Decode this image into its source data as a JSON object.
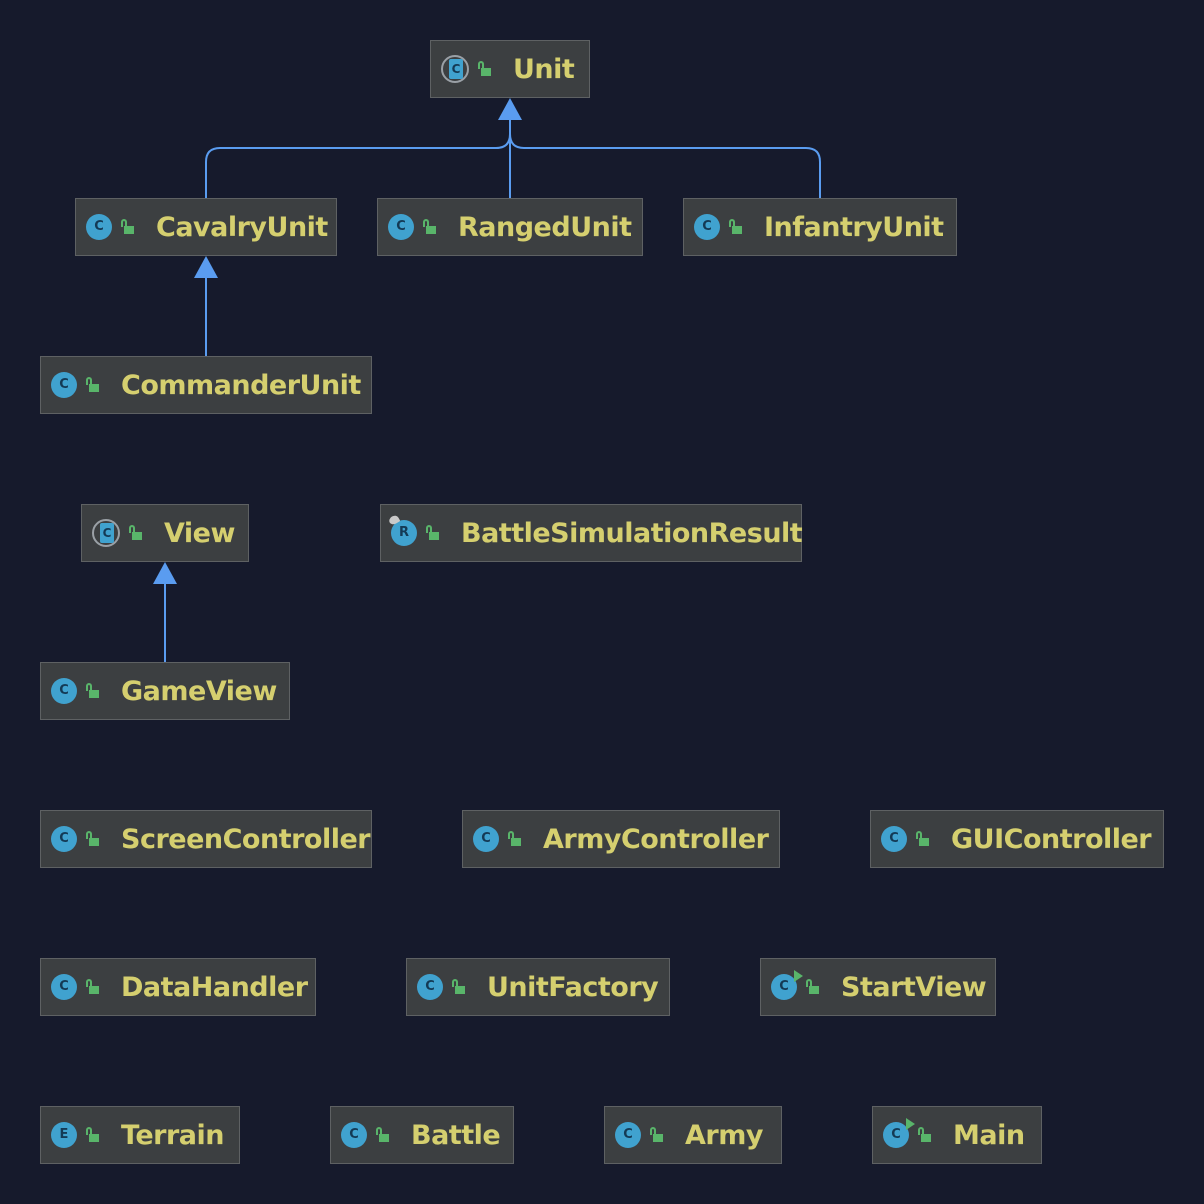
{
  "diagram": {
    "colors": {
      "background": "#161a2c",
      "node_fill": "#3c3f41",
      "node_border": "#5e6163",
      "label": "#d5cf6f",
      "class_icon": "#40a2cf",
      "visibility_icon": "#59b56a",
      "inheritance_edge": "#5a9cf0"
    },
    "nodes": [
      {
        "id": "unit",
        "label": "Unit",
        "kind": "abstract-class",
        "icon_text": "C",
        "visibility": "public"
      },
      {
        "id": "cavalry",
        "label": "CavalryUnit",
        "kind": "class",
        "icon_text": "C",
        "visibility": "public"
      },
      {
        "id": "ranged",
        "label": "RangedUnit",
        "kind": "class",
        "icon_text": "C",
        "visibility": "public"
      },
      {
        "id": "infantry",
        "label": "InfantryUnit",
        "kind": "class",
        "icon_text": "C",
        "visibility": "public"
      },
      {
        "id": "commander",
        "label": "CommanderUnit",
        "kind": "class",
        "icon_text": "C",
        "visibility": "public"
      },
      {
        "id": "view",
        "label": "View",
        "kind": "abstract-class",
        "icon_text": "C",
        "visibility": "public"
      },
      {
        "id": "bsr",
        "label": "BattleSimulationResult",
        "kind": "record",
        "icon_text": "R",
        "visibility": "public"
      },
      {
        "id": "gameview",
        "label": "GameView",
        "kind": "class",
        "icon_text": "C",
        "visibility": "public"
      },
      {
        "id": "screenctl",
        "label": "ScreenController",
        "kind": "class",
        "icon_text": "C",
        "visibility": "public"
      },
      {
        "id": "armyctl",
        "label": "ArmyController",
        "kind": "class",
        "icon_text": "C",
        "visibility": "public"
      },
      {
        "id": "guictl",
        "label": "GUIController",
        "kind": "class",
        "icon_text": "C",
        "visibility": "public"
      },
      {
        "id": "datahandler",
        "label": "DataHandler",
        "kind": "class",
        "icon_text": "C",
        "visibility": "public"
      },
      {
        "id": "unitfactory",
        "label": "UnitFactory",
        "kind": "class",
        "icon_text": "C",
        "visibility": "public"
      },
      {
        "id": "startview",
        "label": "StartView",
        "kind": "runnable-class",
        "icon_text": "C",
        "visibility": "public"
      },
      {
        "id": "terrain",
        "label": "Terrain",
        "kind": "enum",
        "icon_text": "E",
        "visibility": "public"
      },
      {
        "id": "battle",
        "label": "Battle",
        "kind": "class",
        "icon_text": "C",
        "visibility": "public"
      },
      {
        "id": "army",
        "label": "Army",
        "kind": "class",
        "icon_text": "C",
        "visibility": "public"
      },
      {
        "id": "main",
        "label": "Main",
        "kind": "runnable-class",
        "icon_text": "C",
        "visibility": "public"
      }
    ],
    "edges": [
      {
        "from": "cavalry",
        "to": "unit",
        "type": "inheritance"
      },
      {
        "from": "ranged",
        "to": "unit",
        "type": "inheritance"
      },
      {
        "from": "infantry",
        "to": "unit",
        "type": "inheritance"
      },
      {
        "from": "commander",
        "to": "cavalry",
        "type": "inheritance"
      },
      {
        "from": "gameview",
        "to": "view",
        "type": "inheritance"
      }
    ]
  }
}
